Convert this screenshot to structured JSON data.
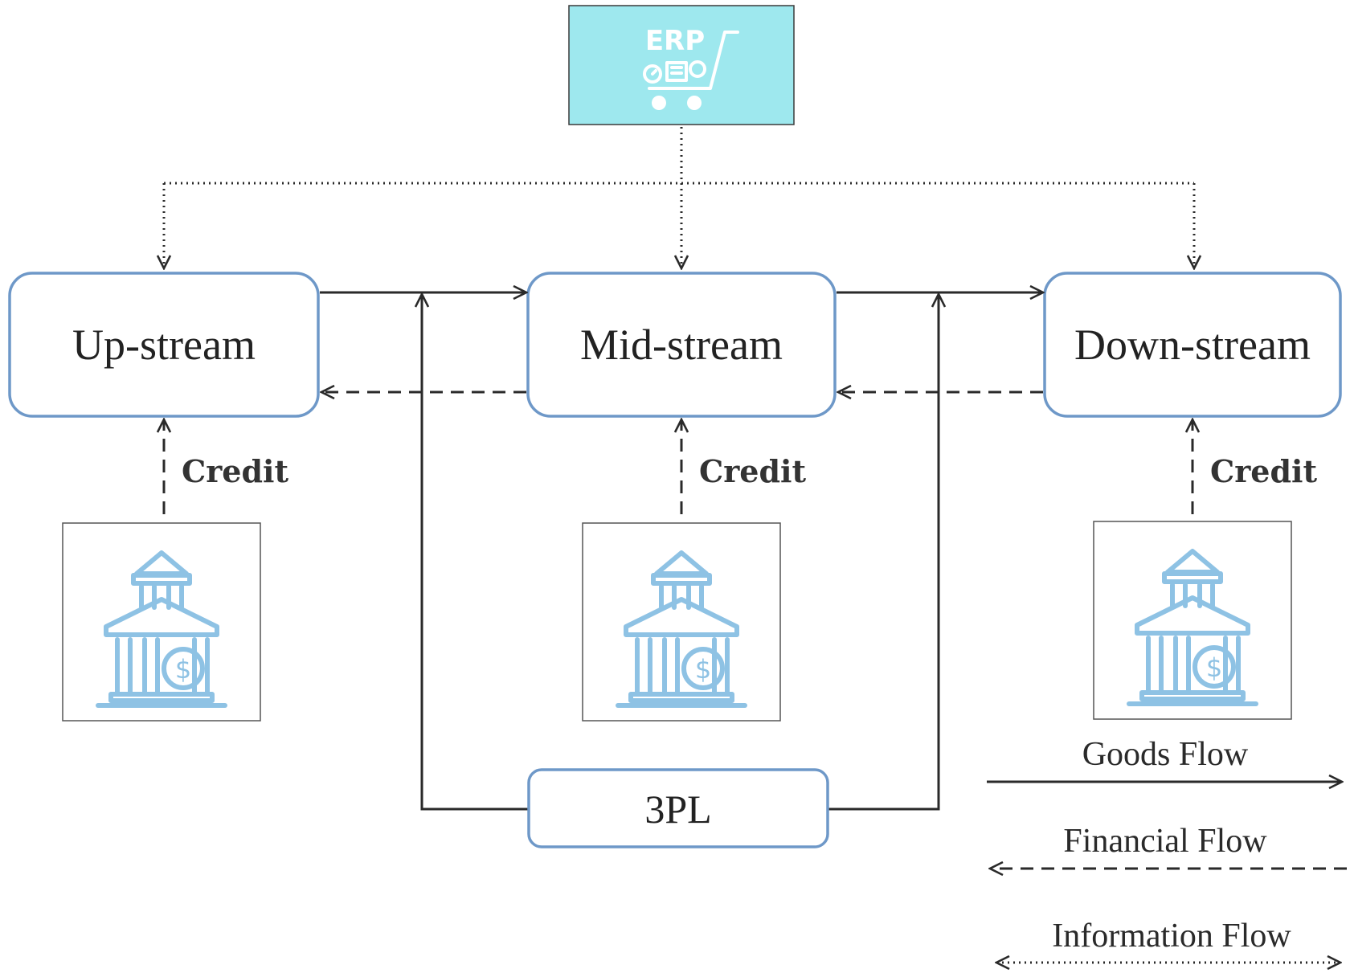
{
  "erp": {
    "label": "ERP",
    "icon": "erp-cart-icon",
    "fill": "#9EE8EE"
  },
  "nodes": {
    "upstream": "Up-stream",
    "midstream": "Mid-stream",
    "downstream": "Down-stream",
    "tpl": "3PL"
  },
  "credit_label": "Credit",
  "bank_icon": "bank-icon",
  "legend": {
    "goods": "Goods Flow",
    "financial": "Financial Flow",
    "information": "Information Flow"
  },
  "colors": {
    "node_border": "#6E98C8",
    "bank_icon": "#8EC2E4",
    "line": "#2a2a2a"
  }
}
